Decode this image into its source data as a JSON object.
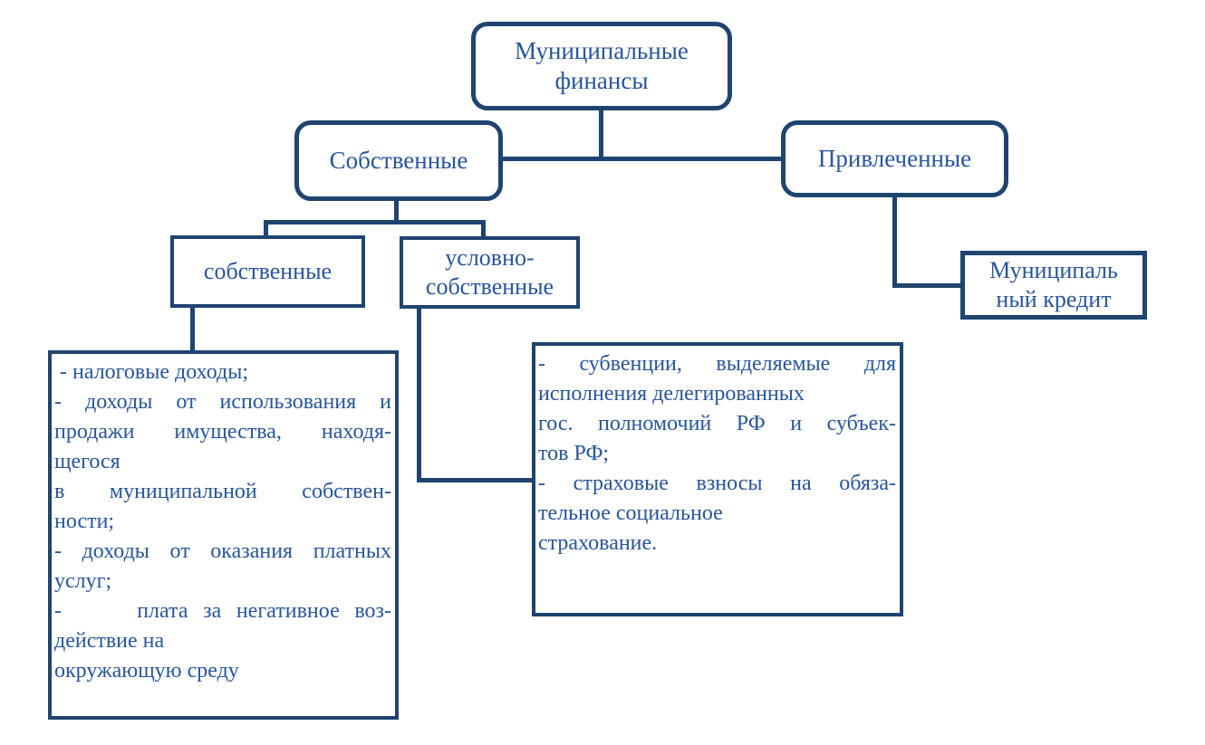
{
  "diagram": {
    "colors": {
      "line_and_border": "#1f4470",
      "text": "#28569c",
      "background": "#ffffff"
    },
    "root_box": {
      "label": "Муниципальные\nфинансы"
    },
    "own_box": {
      "label": "Собственные"
    },
    "attracted_box": {
      "label": "Привлеченные"
    },
    "own_sub_box": {
      "label": "собственные"
    },
    "conditional_box": {
      "label": "условно-\nсобственные"
    },
    "credit_box": {
      "label": "Муниципаль\nный кредит"
    },
    "own_detail_lines": [
      {
        "t": " - налоговые доходы;",
        "j": false
      },
      {
        "t": "- доходы от использования и",
        "j": true
      },
      {
        "t": "продажи имущества, находя-",
        "j": true
      },
      {
        "t": "щегося",
        "j": false
      },
      {
        "t": "в муниципальной собствен-",
        "j": true
      },
      {
        "t": "ности;",
        "j": false
      },
      {
        "t": "- доходы от оказания платных",
        "j": true
      },
      {
        "t": "услуг;",
        "j": false
      },
      {
        "t": "-     плата за негативное воз-",
        "j": true
      },
      {
        "t": "действие на",
        "j": false
      },
      {
        "t": "окружающую среду",
        "j": false
      }
    ],
    "conditional_detail_lines": [
      {
        "t": "- субвенции, выделяемые для",
        "j": true
      },
      {
        "t": "исполнения делегированных",
        "j": false
      },
      {
        "t": "гос. полномочий РФ и субъек-",
        "j": true
      },
      {
        "t": "тов РФ;",
        "j": false
      },
      {
        "t": "- страховые взносы на обяза-",
        "j": true
      },
      {
        "t": "тельное социальное",
        "j": false
      },
      {
        "t": "страхование.",
        "j": false
      }
    ]
  }
}
